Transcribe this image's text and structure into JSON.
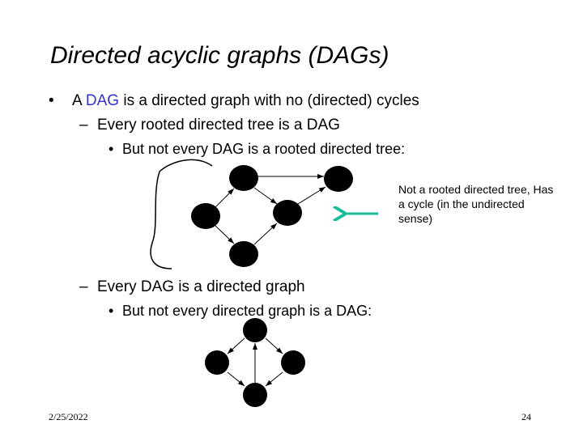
{
  "title": "Directed acyclic graphs (DAGs)",
  "bullets": {
    "b1_pre": "A ",
    "b1_dag": "DAG",
    "b1_post": " is a directed graph with no (directed) cycles",
    "b2": "Every rooted directed tree is a DAG",
    "b3": "But not every DAG is a rooted directed tree:",
    "b4": "Every DAG is a directed graph",
    "b5": "But not every directed graph is a DAG:"
  },
  "note": "Not a rooted directed tree, Has a cycle (in the undirected sense)",
  "colors": {
    "dag": "#3333cc",
    "arrow": "#1abc9c"
  },
  "footer": {
    "date": "2/25/2022",
    "page": "24"
  }
}
